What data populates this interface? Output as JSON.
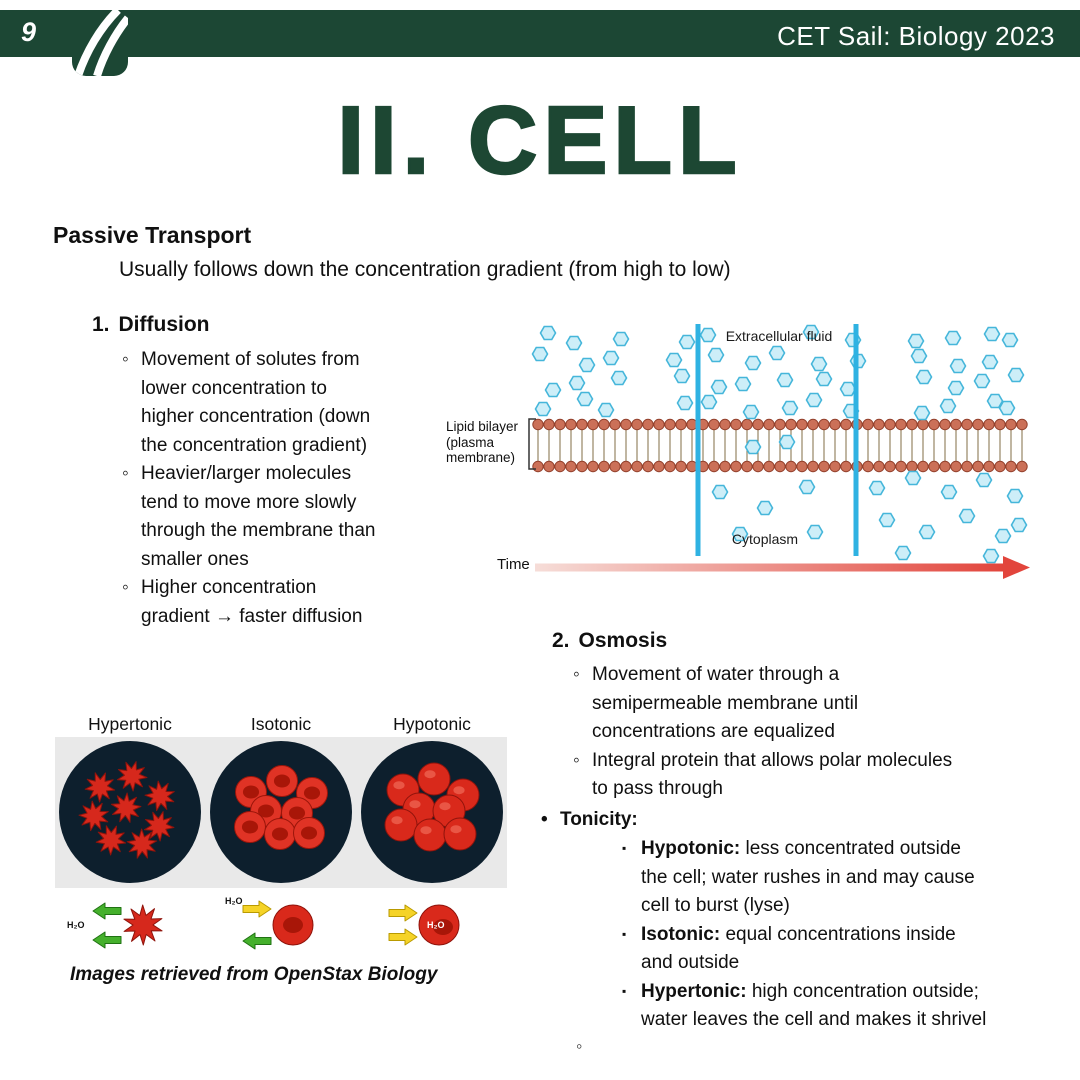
{
  "header": {
    "page_number": "9",
    "title": "CET Sail: Biology 2023"
  },
  "title": "II. CELL",
  "passive": {
    "heading": "Passive Transport",
    "subheading": "Usually follows down the concentration gradient (from high to low)"
  },
  "diffusion": {
    "number": "1.",
    "heading": "Diffusion",
    "bullets": [
      "Movement of solutes from\nlower concentration to\nhigher concentration (down\nthe concentration gradient)",
      "Heavier/larger molecules\ntend to move more slowly\nthrough the membrane than\nsmaller ones",
      "Higher concentration\ngradient → faster diffusion"
    ]
  },
  "diffusion_figure": {
    "extracellular_label": "Extracellular fluid",
    "bilayer_label": "Lipid bilayer (plasma membrane)",
    "cytoplasm_label": "Cytoplasm",
    "time_label": "Time"
  },
  "osmosis": {
    "number": "2.",
    "heading": "Osmosis",
    "bullets": [
      "Movement of water through a\nsemipermeable membrane until\nconcentrations are equalized",
      "Integral protein that allows polar molecules\nto pass through"
    ],
    "tonicity_heading": "Tonicity:",
    "tonicity_items": [
      {
        "lead": "Hypotonic:",
        "rest": " less concentrated outside\nthe cell; water rushes in and may cause\ncell to burst (lyse)"
      },
      {
        "lead": "Isotonic:",
        "rest": " equal concentrations inside\nand outside"
      },
      {
        "lead": "Hypertonic:",
        "rest": " high concentration outside;\nwater leaves the cell and makes it shrivel"
      }
    ]
  },
  "blood_figure": {
    "labels": [
      "Hypertonic",
      "Isotonic",
      "Hypotonic"
    ],
    "h2o_label": "H₂O",
    "caption": "Images retrieved from OpenStax Biology"
  },
  "colors": {
    "brand_green": "#1c4734",
    "hexagon_blue": "#cdeef8",
    "membrane_red": "#cb7058",
    "divider_blue": "#2fb2e2",
    "arrow_red": "#e2453c"
  }
}
